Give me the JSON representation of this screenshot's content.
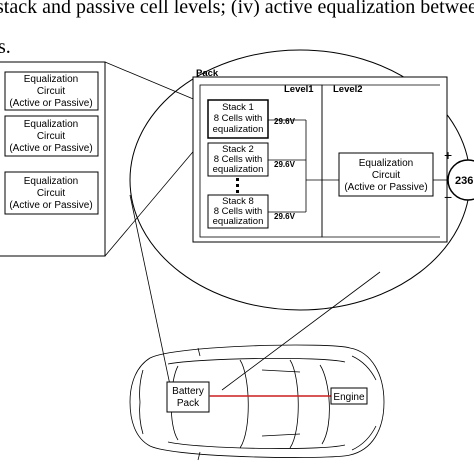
{
  "caption": {
    "line1": "stack and passive cell levels; (iv) active equalization between",
    "line2": "s."
  },
  "left_panel": {
    "circuits": [
      {
        "l1": "Equalization",
        "l2": "Circuit",
        "l3": "(Active or Passive)"
      },
      {
        "l1": "Equalization",
        "l2": "Circuit",
        "l3": "(Active or Passive)"
      },
      {
        "l1": "Equalization",
        "l2": "Circuit",
        "l3": "(Active or Passive)"
      }
    ]
  },
  "pack": {
    "title": "Pack",
    "level1": "Level1",
    "level2": "Level2",
    "stacks": [
      {
        "name": "Stack 1",
        "l2": "8 Cells with",
        "l3": "equalization",
        "voltage": "29.6V"
      },
      {
        "name": "Stack 2",
        "l2": "8 Cells with",
        "l3": "equalization",
        "voltage": "29.6V"
      },
      {
        "name": "Stack 8",
        "l2": "8 Cells with",
        "l3": "equalization",
        "voltage": "29.6V"
      }
    ],
    "level2_circuit": {
      "l1": "Equalization",
      "l2": "Circuit",
      "l3": "(Active or Passive)"
    },
    "plus": "+",
    "minus": "−",
    "output_voltage": "236"
  },
  "car": {
    "battery_l1": "Battery",
    "battery_l2": "Pack",
    "engine": "Engine"
  },
  "colors": {
    "link_line": "#cc1f1f"
  }
}
